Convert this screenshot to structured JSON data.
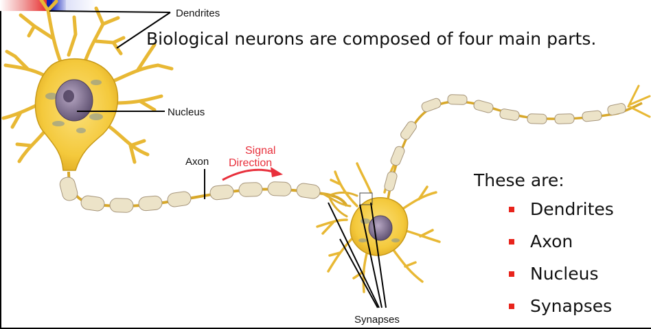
{
  "intro_text": "Biological neurons are composed of four main parts.",
  "labels": {
    "dendrites": "Dendrites",
    "nucleus": "Nucleus",
    "axon": "Axon",
    "signal_line1": "Signal",
    "signal_line2": "Direction",
    "synapses": "Synapses"
  },
  "parts": {
    "title": "These are:",
    "items": [
      "Dendrites",
      "Axon",
      "Nucleus",
      "Synapses"
    ]
  },
  "colors": {
    "neuron_body": "#f4c93c",
    "neuron_outline": "#c89a18",
    "myelin": "#ece3c8",
    "nucleus": "#7f7088",
    "signal": "#e8303c",
    "bullet": "#e8241c"
  }
}
